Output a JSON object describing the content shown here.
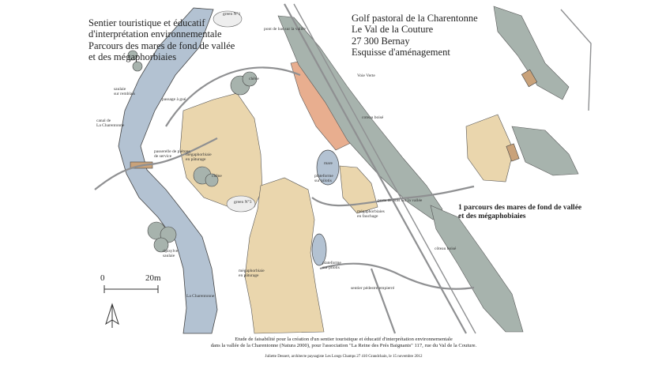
{
  "map_title": "Sentier touristique et éducatif\nd'interprétation environnementale\nParcours des mares de fond de vallée\net des mégaphorbiaies",
  "project_block": "Golf pastoral de la Charentonne\nLe Val de la Couture\n27 300 Bernay\nEsquisse d'aménagement",
  "inset_caption": "1 parcours des mares de fond de vallée\net des mégaphobiaies",
  "footer_main": "Etude de faisabilité pour la création d'un sentier touristique et éducatif d'interprétation environnementale\ndans la vallée de la Charentonne (Natura 2000), pour l'association \"La Reine des Prés Baignants\" 117, rue du Val de la Couture.",
  "footer_credit": "Juliette Dessert, architecte paysagiste Les Longs Champs 27 410 Grandchain, le 15 novembre 2012",
  "scale": {
    "zero": "0",
    "twenty": "20m"
  },
  "labels": {
    "green1": "green N°1",
    "green3": "green N°3",
    "pont_bas": "pont de bas sur la vallée",
    "voie_verte": "Voie Verte",
    "chene1": "chêne",
    "chene2": "chêne",
    "saulaie": "saulaie\nsur remblais",
    "passage": "passage à gué",
    "canal": "canal de\nLa Charentonne",
    "passerelle": "passerelle de piétons\nde service",
    "megaphorbiaie_paturage": "mégaphorbiaie\nen pâturage",
    "megaphorbiaie_fauchage": "mégaphorbiaies\nen fauchage",
    "megaphorbiaie_paturage2": "mégaphorbiaie\nen pâturage",
    "coteau_boise": "coteau boisé",
    "coteau_boise2": "côteau boisé",
    "mare": "mare",
    "plateforme": "plateforme\nsur pilotis",
    "plateforme2": "plateforme\nsur pilotis",
    "porte": "porte de bois sur la vallée",
    "ripisylve": "ripisylve\nsaulaie",
    "charentonne": "La Charentonne",
    "sentier": "sentier pédestre empierré"
  },
  "colors": {
    "river": "#b3c2d2",
    "forest": "#a7b3ad",
    "meadow": "#ead6ad",
    "orchard": "#e8ae8f",
    "path": "#9fa0a2",
    "ink": "#333333"
  }
}
